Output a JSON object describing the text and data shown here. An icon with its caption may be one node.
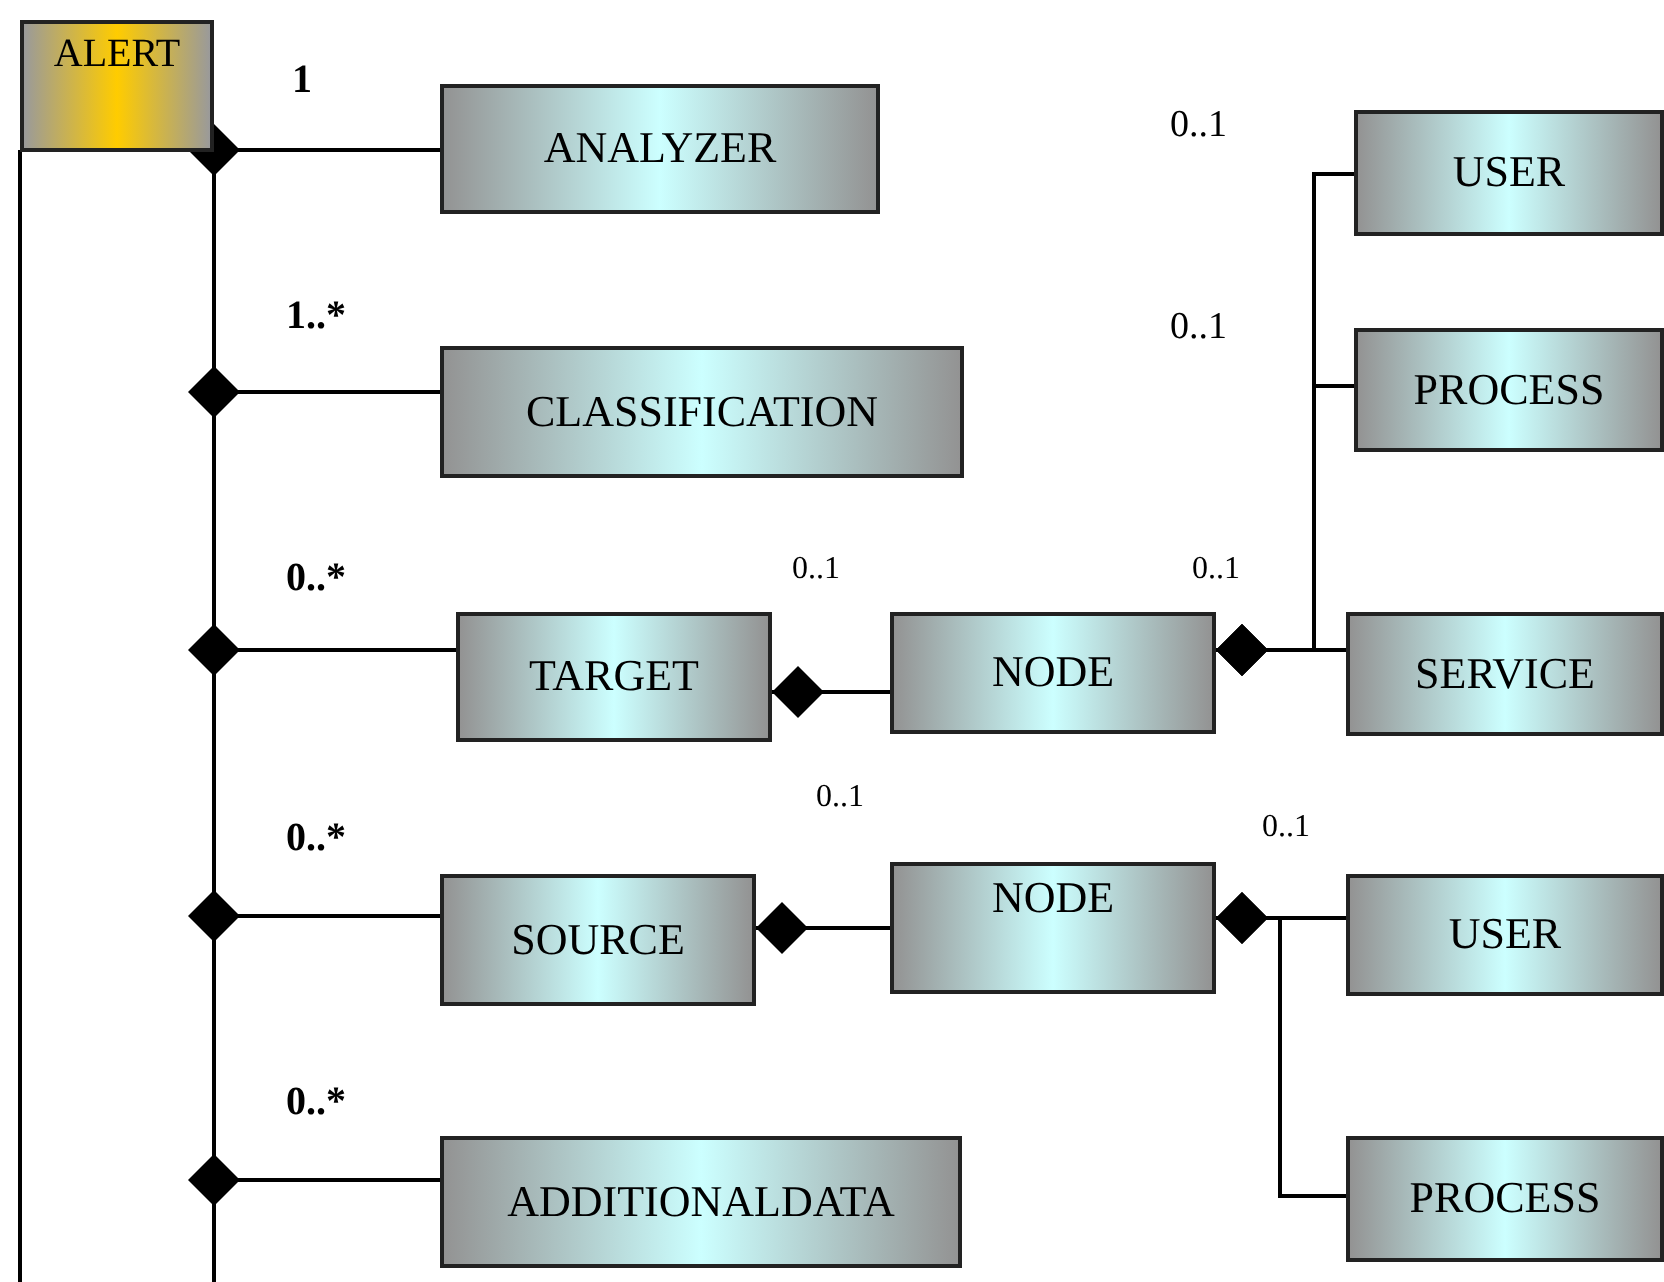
{
  "diagram": {
    "nodes": [
      {
        "text": [
          "ALERT"
        ]
      },
      {
        "text": [
          "ANALYZER"
        ]
      },
      {
        "text": [
          "CLASSIFICATION"
        ]
      },
      {
        "text": [
          "TARGET"
        ]
      },
      {
        "text": [
          "NODE"
        ]
      },
      {
        "text": [
          "USER"
        ]
      },
      {
        "text": [
          "PROCESS"
        ]
      },
      {
        "text": [
          "SERVICE"
        ]
      },
      {
        "text": [
          "SOURCE"
        ]
      },
      {
        "text": [
          "NODE"
        ]
      },
      {
        "text": [
          "USER"
        ]
      },
      {
        "text": [
          "PROCESS"
        ]
      },
      {
        "text": [
          "ADDITIONALDATA"
        ]
      }
    ],
    "edges": [
      {
        "from": 0,
        "to": 1,
        "arrow": "other",
        "label": "1"
      },
      {
        "from": 0,
        "to": 2,
        "arrow": "other",
        "label": "1..*"
      },
      {
        "from": 0,
        "to": 3,
        "arrow": "other",
        "label": "0..*"
      },
      {
        "from": 0,
        "to": 8,
        "arrow": "other",
        "label": "0..*"
      },
      {
        "from": 0,
        "to": 12,
        "arrow": "other",
        "label": "0..*"
      },
      {
        "from": 3,
        "to": 4,
        "arrow": "other",
        "label": "0..1"
      },
      {
        "from": 4,
        "to": 5,
        "arrow": "other",
        "label": "0..1"
      },
      {
        "from": 4,
        "to": 6,
        "arrow": "other",
        "label": "0..1"
      },
      {
        "from": 4,
        "to": 7,
        "arrow": "other",
        "label": "0..1"
      },
      {
        "from": 8,
        "to": 9,
        "arrow": "other",
        "label": "0..1"
      },
      {
        "from": 9,
        "to": 10,
        "arrow": "other",
        "label": "0..1"
      },
      {
        "from": 9,
        "to": 11,
        "arrow": "other"
      }
    ]
  }
}
